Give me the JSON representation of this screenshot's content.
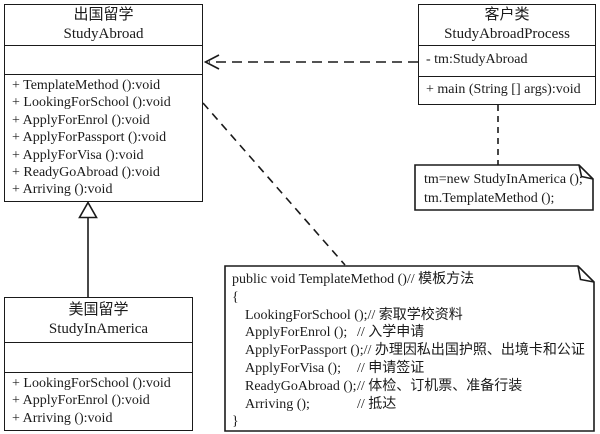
{
  "diagram": {
    "title": "Template Method pattern - StudyAbroad UML class diagram",
    "colors": {
      "line": "#1a1a1a",
      "background": "#ffffff"
    },
    "classes": [
      {
        "name_cn": "出国留学",
        "name_en": "StudyAbroad",
        "attributes": [],
        "methods": [
          "+ TemplateMethod ():void",
          "+ LookingForSchool ():void",
          "+ ApplyForEnrol ():void",
          "+ ApplyForPassport ():void",
          "+ ApplyForVisa ():void",
          "+ ReadyGoAbroad ():void",
          "+ Arriving ():void"
        ]
      },
      {
        "name_cn": "客户类",
        "name_en": "StudyAbroadProcess",
        "attributes": [
          "- tm:StudyAbroad"
        ],
        "methods": [
          "+ main (String [] args):void"
        ]
      },
      {
        "name_cn": "美国留学",
        "name_en": "StudyInAmerica",
        "attributes": [],
        "methods": [
          "+ LookingForSchool ():void",
          "+ ApplyForEnrol ():void",
          "+ Arriving ():void"
        ]
      }
    ],
    "notes": {
      "client_code": {
        "lines": [
          "tm=new StudyInAmerica ();",
          "tm.TemplateMethod ();"
        ]
      },
      "template_method": {
        "header": "public void TemplateMethod ()// 模板方法",
        "brace_open": "{",
        "brace_close": "}",
        "body": [
          {
            "code": "LookingForSchool ();",
            "comment": "// 索取学校资料"
          },
          {
            "code": "ApplyForEnrol ();",
            "comment": "// 入学申请"
          },
          {
            "code": "ApplyForPassport ();",
            "comment": "// 办理因私出国护照、出境卡和公证"
          },
          {
            "code": "ApplyForVisa ();",
            "comment": "// 申请签证"
          },
          {
            "code": "ReadyGoAbroad ();",
            "comment": "// 体检、订机票、准备行装"
          },
          {
            "code": "Arriving ();",
            "comment": "// 抵达"
          }
        ]
      }
    }
  }
}
